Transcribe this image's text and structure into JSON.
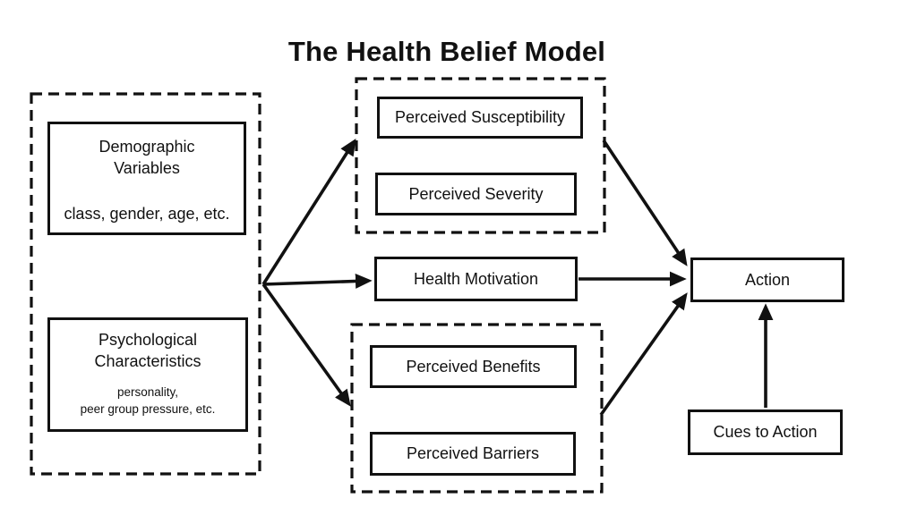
{
  "diagram": {
    "title": "The Health Belief Model",
    "nodes": {
      "demographic": {
        "label": "Demographic\nVariables",
        "sublabel": "class, gender, age, etc."
      },
      "psychological": {
        "label": "Psychological\nCharacteristics",
        "sublabel": "personality,\npeer group pressure, etc."
      },
      "susceptibility": {
        "label": "Perceived Susceptibility"
      },
      "severity": {
        "label": "Perceived Severity"
      },
      "motivation": {
        "label": "Health Motivation"
      },
      "benefits": {
        "label": "Perceived Benefits"
      },
      "barriers": {
        "label": "Perceived Barriers"
      },
      "action": {
        "label": "Action"
      },
      "cues": {
        "label": "Cues to Action"
      }
    },
    "groups": [
      {
        "id": "modifying-factors-group",
        "contains": [
          "demographic",
          "psychological"
        ]
      },
      {
        "id": "perceived-threat-group",
        "contains": [
          "susceptibility",
          "severity"
        ]
      },
      {
        "id": "benefits-barriers-group",
        "contains": [
          "benefits",
          "barriers"
        ]
      }
    ],
    "edges": [
      {
        "from": "modifying-factors-group",
        "to": "perceived-threat-group"
      },
      {
        "from": "modifying-factors-group",
        "to": "motivation"
      },
      {
        "from": "modifying-factors-group",
        "to": "benefits-barriers-group"
      },
      {
        "from": "perceived-threat-group",
        "to": "action"
      },
      {
        "from": "motivation",
        "to": "action"
      },
      {
        "from": "benefits-barriers-group",
        "to": "action"
      },
      {
        "from": "cues",
        "to": "action"
      }
    ],
    "colors": {
      "ink": "#111111",
      "background": "#ffffff"
    }
  }
}
